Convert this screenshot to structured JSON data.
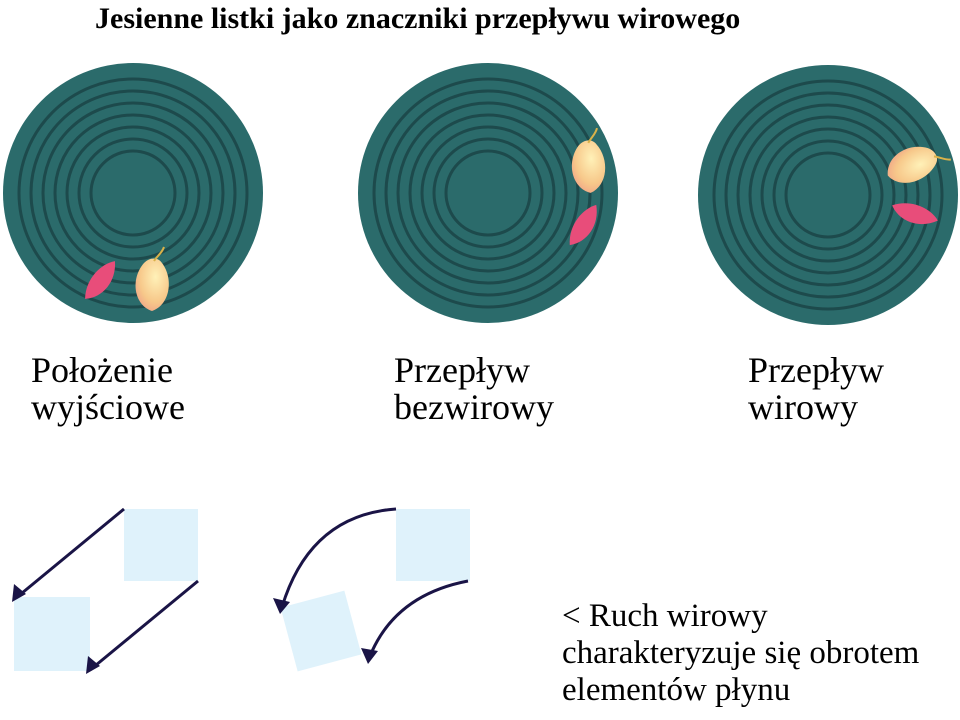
{
  "title": "Jesienne listki jako znaczniki przepływu wirowego",
  "panels": [
    {
      "line1": "Położenie",
      "line2": "wyjściowe"
    },
    {
      "line1": "Przepływ",
      "line2": "bezwirowy"
    },
    {
      "line1": "Przepływ",
      "line2": "wirowy"
    }
  ],
  "note": {
    "line1": "< Ruch wirowy",
    "line2": "charakteryzuje się obrotem",
    "line3": "elementów płynu"
  },
  "colors": {
    "disc": "#2b6b6b",
    "ring": "#1d4a4c",
    "leaf_pink": "#e84d7a",
    "leaf_yellow": "#f6c98a",
    "square": "#dff2fb",
    "arrow": "#1a1446"
  }
}
